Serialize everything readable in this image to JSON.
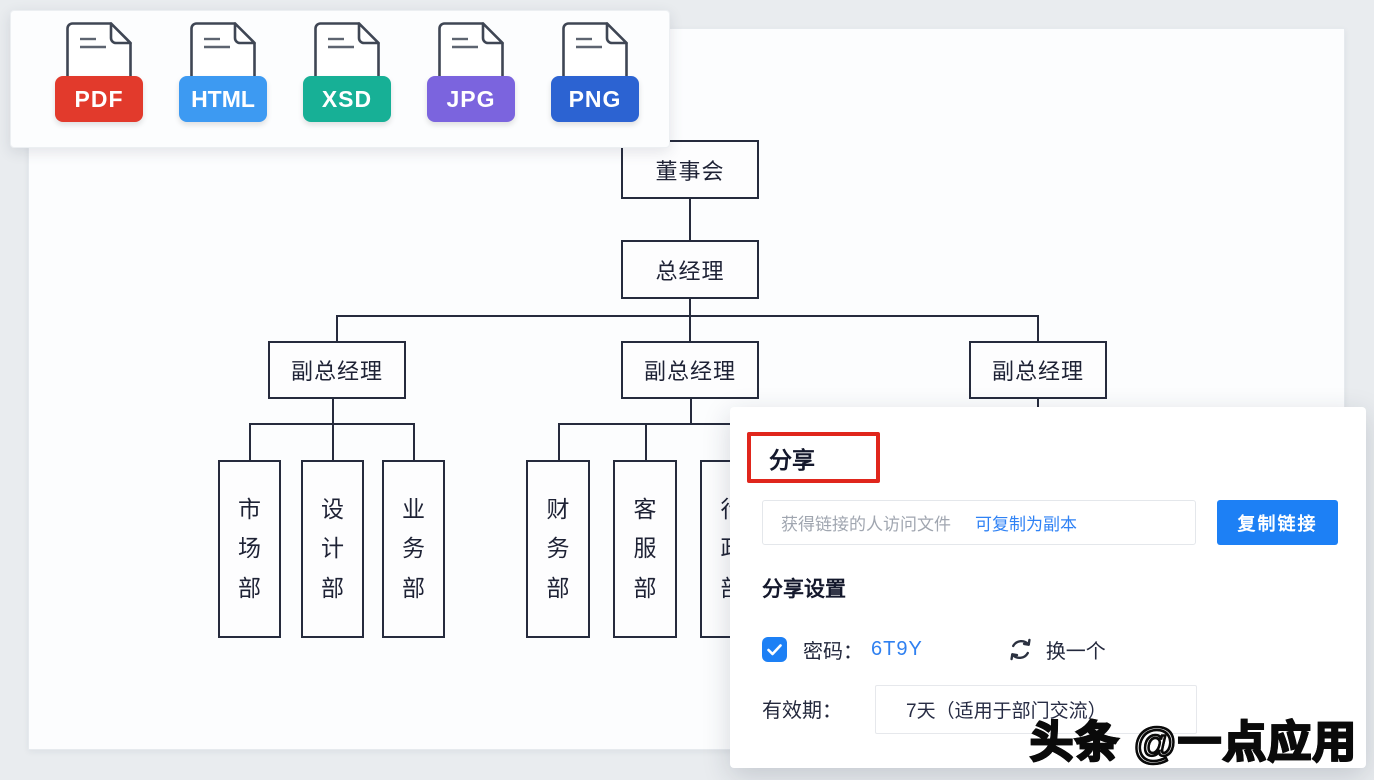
{
  "export_panel": {
    "formats": [
      {
        "label": "PDF",
        "color": "#e23a2c"
      },
      {
        "label": "HTML",
        "color": "#3d9af2"
      },
      {
        "label": "XSD",
        "color": "#17b096"
      },
      {
        "label": "JPG",
        "color": "#7b64de"
      },
      {
        "label": "PNG",
        "color": "#2c63d2"
      }
    ]
  },
  "org_chart": {
    "root": "董事会",
    "general_manager": "总经理",
    "deputies": [
      "副总经理",
      "副总经理",
      "副总经理"
    ],
    "departments_group1": [
      "市场部",
      "设计部",
      "业务部"
    ],
    "departments_group2": [
      "财务部",
      "客服部",
      "行政部"
    ]
  },
  "share_panel": {
    "title": "分享",
    "link_placeholder": "获得链接的人访问文件",
    "link_action": "可复制为副本",
    "copy_button": "复制链接",
    "settings_title": "分享设置",
    "password_label": "密码：",
    "password_value": "6T9Y",
    "refresh_label": "换一个",
    "validity_label": "有效期：",
    "validity_value": "7天（适用于部门交流）",
    "accent_blue": "#1d80f5",
    "annotation_red": "#e0261c"
  },
  "watermark": "头条 @一点应用"
}
